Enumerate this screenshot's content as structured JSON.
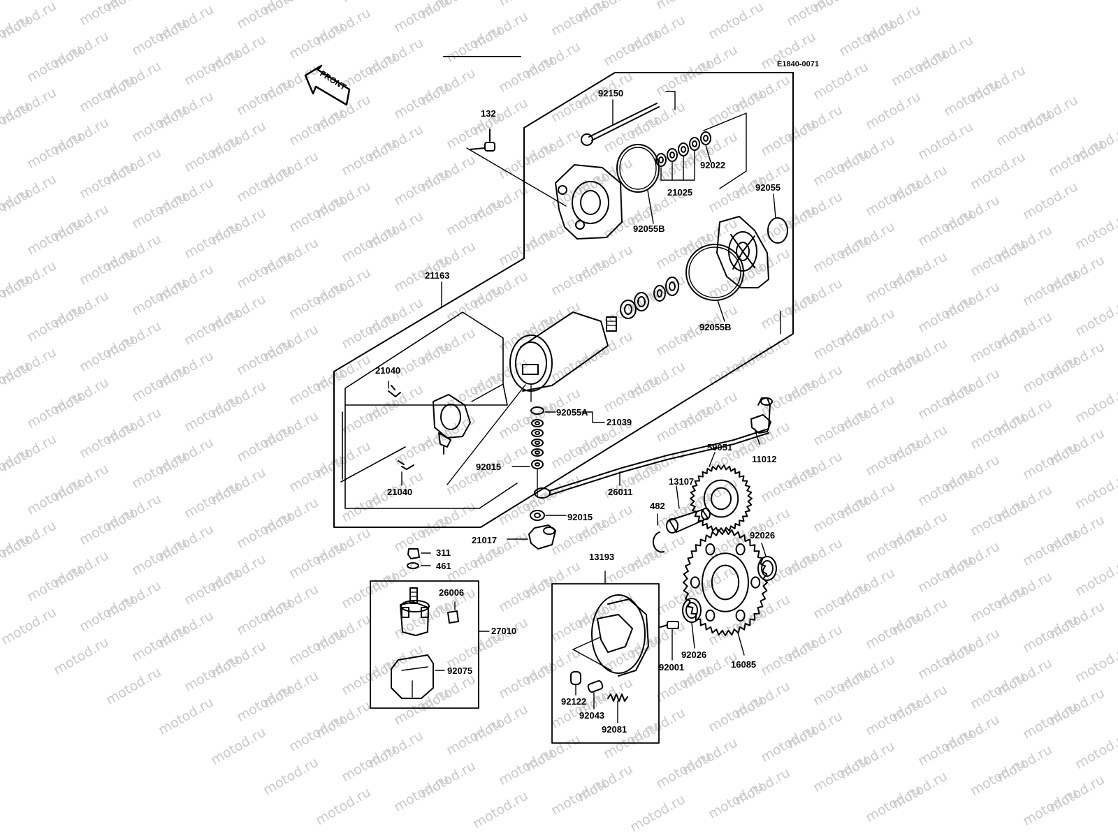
{
  "diagram": {
    "code": "E1840-0071",
    "front_label": "FRONT",
    "watermark": "motod.ru",
    "labels": {
      "p92150": "92150",
      "p132": "132",
      "p92022": "92022",
      "p21025": "21025",
      "p92055_top": "92055",
      "p92055B_1": "92055B",
      "p92055B_2": "92055B",
      "p21163": "21163",
      "p21040_a": "21040",
      "p21040_b": "21040",
      "p92055A": "92055A",
      "p21039": "21039",
      "p92015_a": "92015",
      "p92015_b": "92015",
      "p11012": "11012",
      "p59051": "59051",
      "p26011": "26011",
      "p13107": "13107",
      "p482": "482",
      "p21017": "21017",
      "p311": "311",
      "p461": "461",
      "p26006": "26006",
      "p27010": "27010",
      "p92075": "92075",
      "p13193": "13193",
      "p92026_a": "92026",
      "p92026_b": "92026",
      "p92001": "92001",
      "p16085": "16085",
      "p92122": "92122",
      "p92043": "92043",
      "p92081": "92081"
    }
  }
}
